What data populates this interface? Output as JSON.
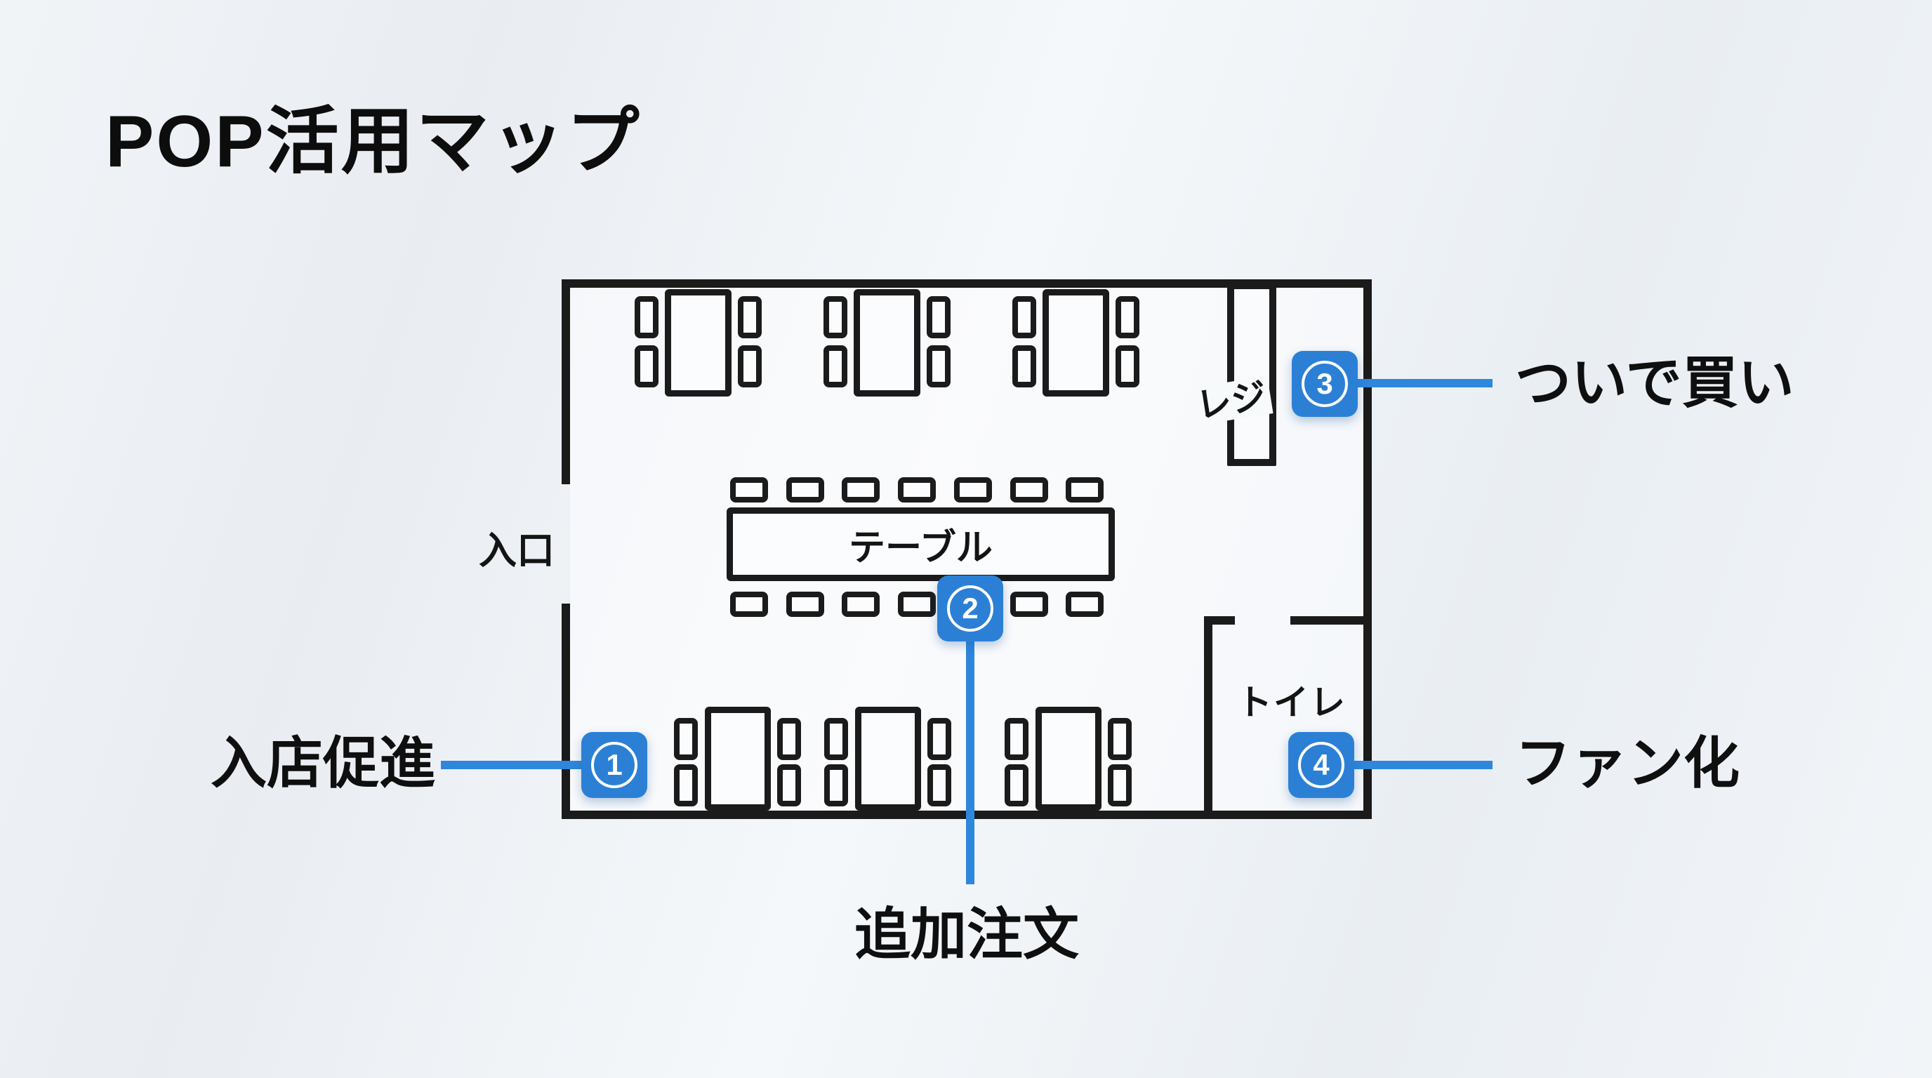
{
  "title": "POP活用マップ",
  "colors": {
    "accent_blue": "#2b80d6",
    "line_blue": "#2e86dd",
    "wall_black": "#1b1b1b",
    "background": "#eef1f5"
  },
  "floorplan": {
    "entrance_label": "入口",
    "register_label": "レジ",
    "center_table_label": "テーブル",
    "toilet_label": "トイレ"
  },
  "callouts": [
    {
      "number": "1",
      "label": "入店促進"
    },
    {
      "number": "2",
      "label": "追加注文"
    },
    {
      "number": "3",
      "label": "ついで買い"
    },
    {
      "number": "4",
      "label": "ファン化"
    }
  ]
}
